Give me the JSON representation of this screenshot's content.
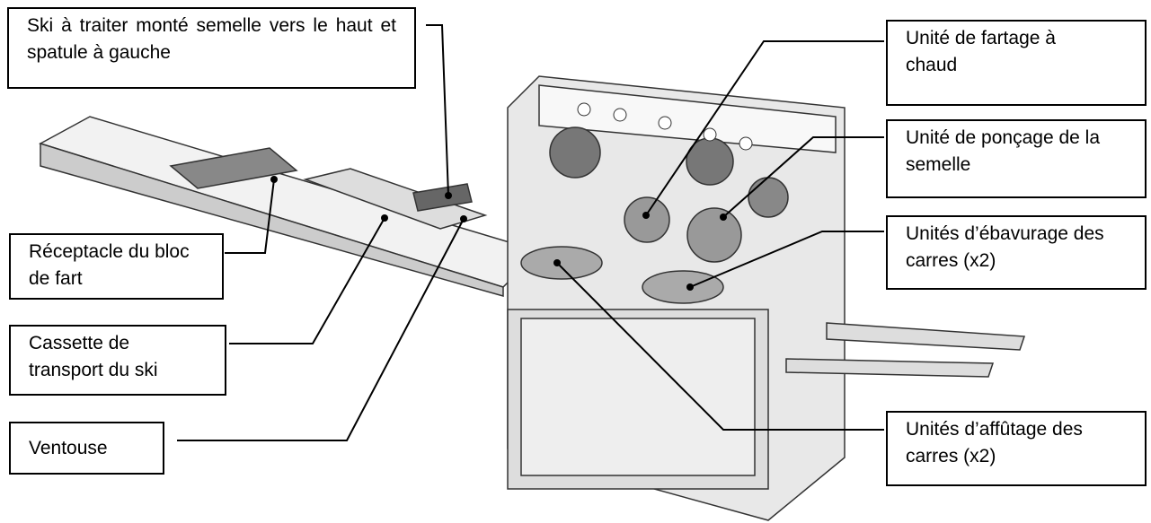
{
  "labels": {
    "ski": "Ski à traiter  monté semelle vers le haut et spatule à gauche",
    "receptacle": "Réceptacle du bloc de fart",
    "cassette_line1": "Cassette de",
    "cassette_line2": "transport du ski",
    "ventouse": "Ventouse",
    "fartage": "Unité de fartage à chaud",
    "poncage": "Unité de ponçage de la semelle",
    "ebavurage": "Unités d’ébavurage des carres (x2)",
    "affutage": "Unités d’affûtage des carres (x2)"
  }
}
